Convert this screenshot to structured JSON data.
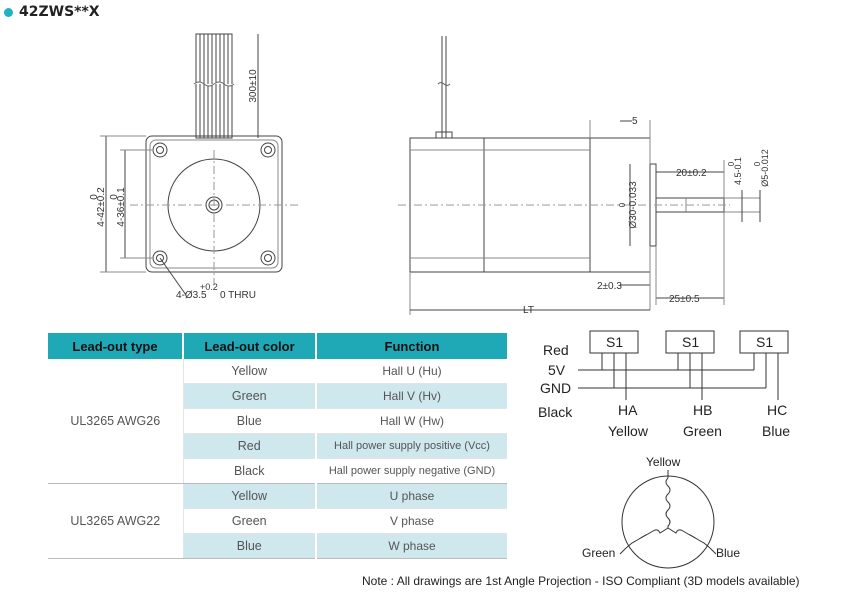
{
  "title": "42ZWS**X",
  "drawing": {
    "front": {
      "dim_total": "4-42±0.2",
      "dim_total_zero": "0",
      "dim_hole_spacing": "4-36±0.1",
      "dim_hole_zero": "0",
      "dim_lead": "300±10",
      "dim_hole_tol": "+0.2",
      "dim_hole_label": "4-Ø3.5",
      "dim_hole_zero_thru": "0 THRU"
    },
    "side": {
      "dim_5": "5",
      "dim_20": "20±0.2",
      "dim_45": "4.5-0.1",
      "dim_45_zero": "0",
      "dim_shaft": "Ø5-0.012",
      "dim_shaft_zero": "0",
      "dim_pilot": "Ø30-0.033",
      "dim_pilot_zero": "0",
      "dim_2": "2±0.3",
      "dim_25": "25±0.5",
      "dim_lt": "LT"
    }
  },
  "table": {
    "headers": [
      "Lead-out type",
      "Lead-out color",
      "Function"
    ],
    "groups": [
      {
        "type": "UL3265 AWG26",
        "rows": [
          {
            "color": "Yellow",
            "function": "Hall U (Hu)"
          },
          {
            "color": "Green",
            "function": "Hall V (Hv)"
          },
          {
            "color": "Blue",
            "function": "Hall W (Hw)"
          },
          {
            "color": "Red",
            "function": "Hall power supply positive (Vcc)"
          },
          {
            "color": "Black",
            "function": "Hall power supply negative (GND)"
          }
        ]
      },
      {
        "type": "UL3265 AWG22",
        "rows": [
          {
            "color": "Yellow",
            "function": "U phase"
          },
          {
            "color": "Green",
            "function": "V phase"
          },
          {
            "color": "Blue",
            "function": "W phase"
          }
        ]
      }
    ]
  },
  "hall": {
    "sensors": [
      "S1",
      "S1",
      "S1"
    ],
    "left_labels": [
      "Red",
      "5V",
      "GND",
      "Black"
    ],
    "outputs": [
      "HA",
      "HB",
      "HC"
    ],
    "output_colors": [
      "Yellow",
      "Green",
      "Blue"
    ]
  },
  "winding": {
    "top": "Yellow",
    "left": "Green",
    "right": "Blue"
  },
  "note": "Note : All drawings are 1st Angle Projection - ISO Compliant (3D models available)",
  "colors": {
    "accent": "#1fa8b6",
    "row_alt": "#cfe8ee"
  }
}
